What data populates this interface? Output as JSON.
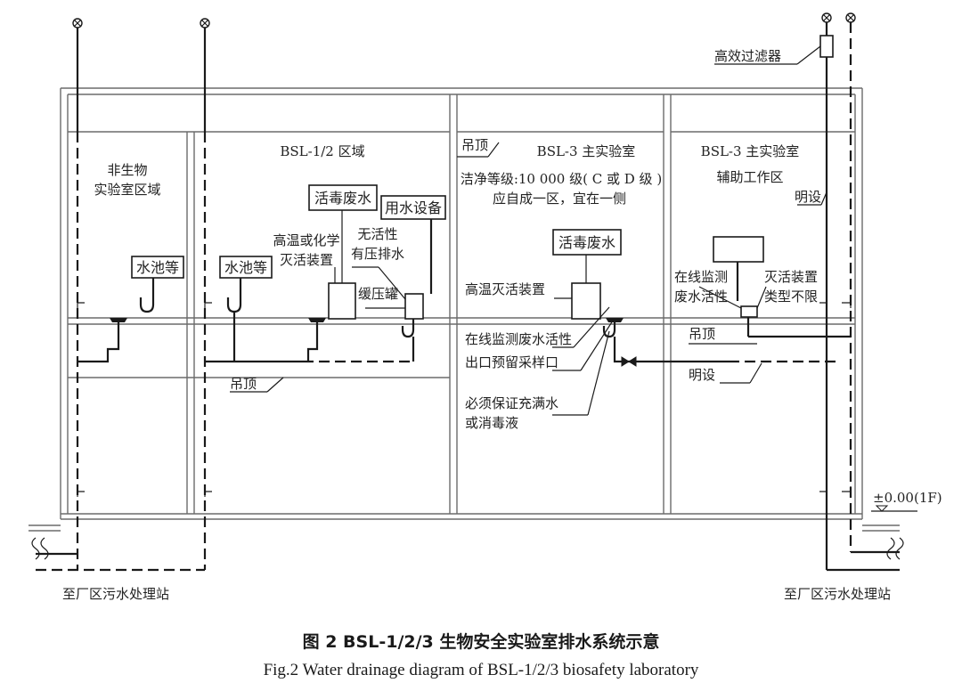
{
  "zones": {
    "non_bio": "非生物",
    "non_bio_2": "实验室区域",
    "bsl12": "BSL-1/2 区域",
    "bsl3_main": "BSL-3 主实验室",
    "bsl3_aux_title": "BSL-3 主实验室",
    "bsl3_aux_sub": "辅助工作区"
  },
  "labels": {
    "hepa_filter": "高效过滤器",
    "sink_1": "水池等",
    "sink_2": "水池等",
    "live_waste_1": "活毒废水",
    "live_waste_2": "活毒废水",
    "water_equipment": "用水设备",
    "inactivation_1": "高温或化学",
    "inactivation_2": "灭活装置",
    "no_activity_1": "无活性",
    "no_activity_2": "有压排水",
    "buffer_tank": "缓压罐",
    "ceiling_bsl3": "吊顶",
    "cleanliness": "洁净等级:10 000 级( C 或 D 级 )",
    "self_zone": "应自成一区，宜在一侧",
    "high_temp_inactivation": "高温灭活装置",
    "online_monitor": "在线监测废水活性",
    "sampling_port": "出口预留采样口",
    "fill_water": "必须保证充满水",
    "or_disinfectant": "或消毒液",
    "exposed_1": "明设",
    "online_monitor_aux_1": "在线监测",
    "online_monitor_aux_2": "废水活性",
    "inactivation_type_1": "灭活装置",
    "inactivation_type_2": "类型不限",
    "ceiling_aux": "吊顶",
    "exposed_2": "明设",
    "ceiling_bsl12": "吊顶",
    "elevation": "±0.00(1F)",
    "to_station_left": "至厂区污水处理站",
    "to_station_right": "至厂区污水处理站"
  },
  "caption": {
    "cn": "图 2    BSL-1/2/3 生物安全实验室排水系统示意",
    "en": "Fig.2  Water drainage diagram of BSL-1/2/3 biosafety laboratory"
  }
}
